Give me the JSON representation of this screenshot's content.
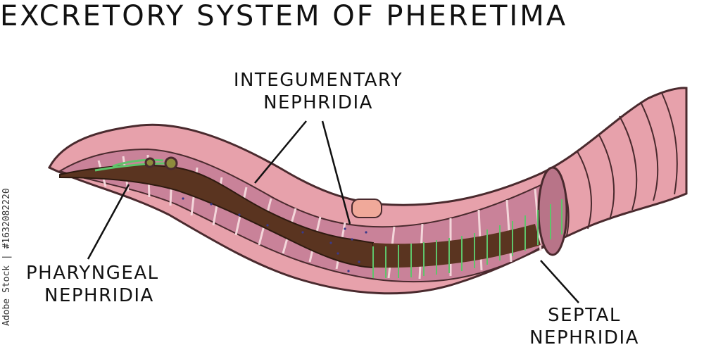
{
  "title": "EXCRETORY SYSTEM  OF PHERETIMA",
  "labels": {
    "integumentary": [
      "INTEGUMENTARY",
      "NEPHRIDIA"
    ],
    "pharyngeal": [
      "PHARYNGEAL",
      "NEPHRIDIA"
    ],
    "septal": [
      "SEPTAL",
      "NEPHRIDIA"
    ]
  },
  "watermark": "Adobe Stock | #1632082220",
  "colors": {
    "body_skin": "#e7a1ab",
    "body_inner": "#c98299",
    "gut": "#5a3420",
    "nephridia": "#5fc46a",
    "outline": "#4a2a2e"
  }
}
